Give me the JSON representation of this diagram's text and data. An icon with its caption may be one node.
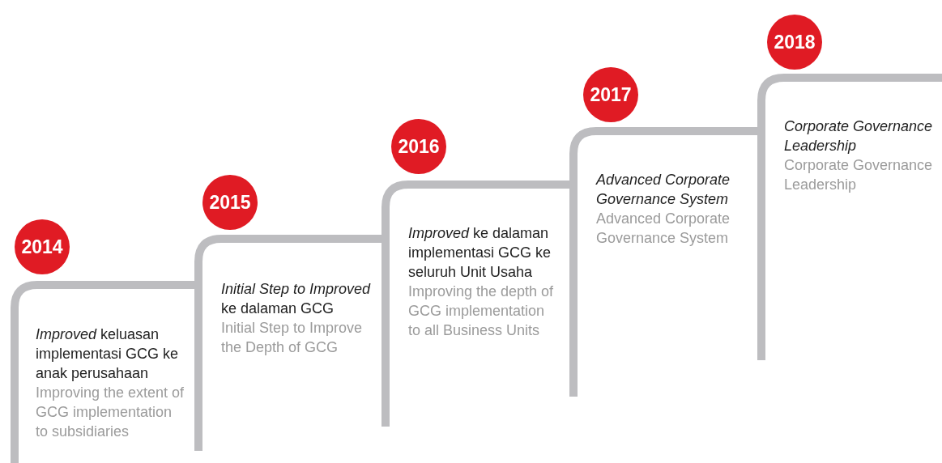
{
  "diagram": {
    "nodes": [
      {
        "text": [
          "2014"
        ],
        "beside": [
          "*Improved* keluasan implementasi GCG ke anak perusahaan",
          "Improving the extent of GCG implementation to subsidiaries"
        ]
      },
      {
        "text": [
          "2015"
        ],
        "beside": [
          "*Initial Step to Improved* ke dalaman GCG",
          "Initial Step to Improve the Depth of GCG"
        ]
      },
      {
        "text": [
          "2016"
        ],
        "beside": [
          "*Improved* ke dalaman implementasi GCG ke seluruh Unit Usaha",
          "Improving the depth of GCG implementation to all Business Units"
        ]
      },
      {
        "text": [
          "2017"
        ],
        "beside": [
          "Advanced Corporate Governance System",
          "Advanced Corporate Governance System"
        ]
      },
      {
        "text": [
          "2018"
        ],
        "beside": [
          "Corporate Governance Leadership",
          "Corporate Governance Leadership"
        ]
      }
    ]
  }
}
